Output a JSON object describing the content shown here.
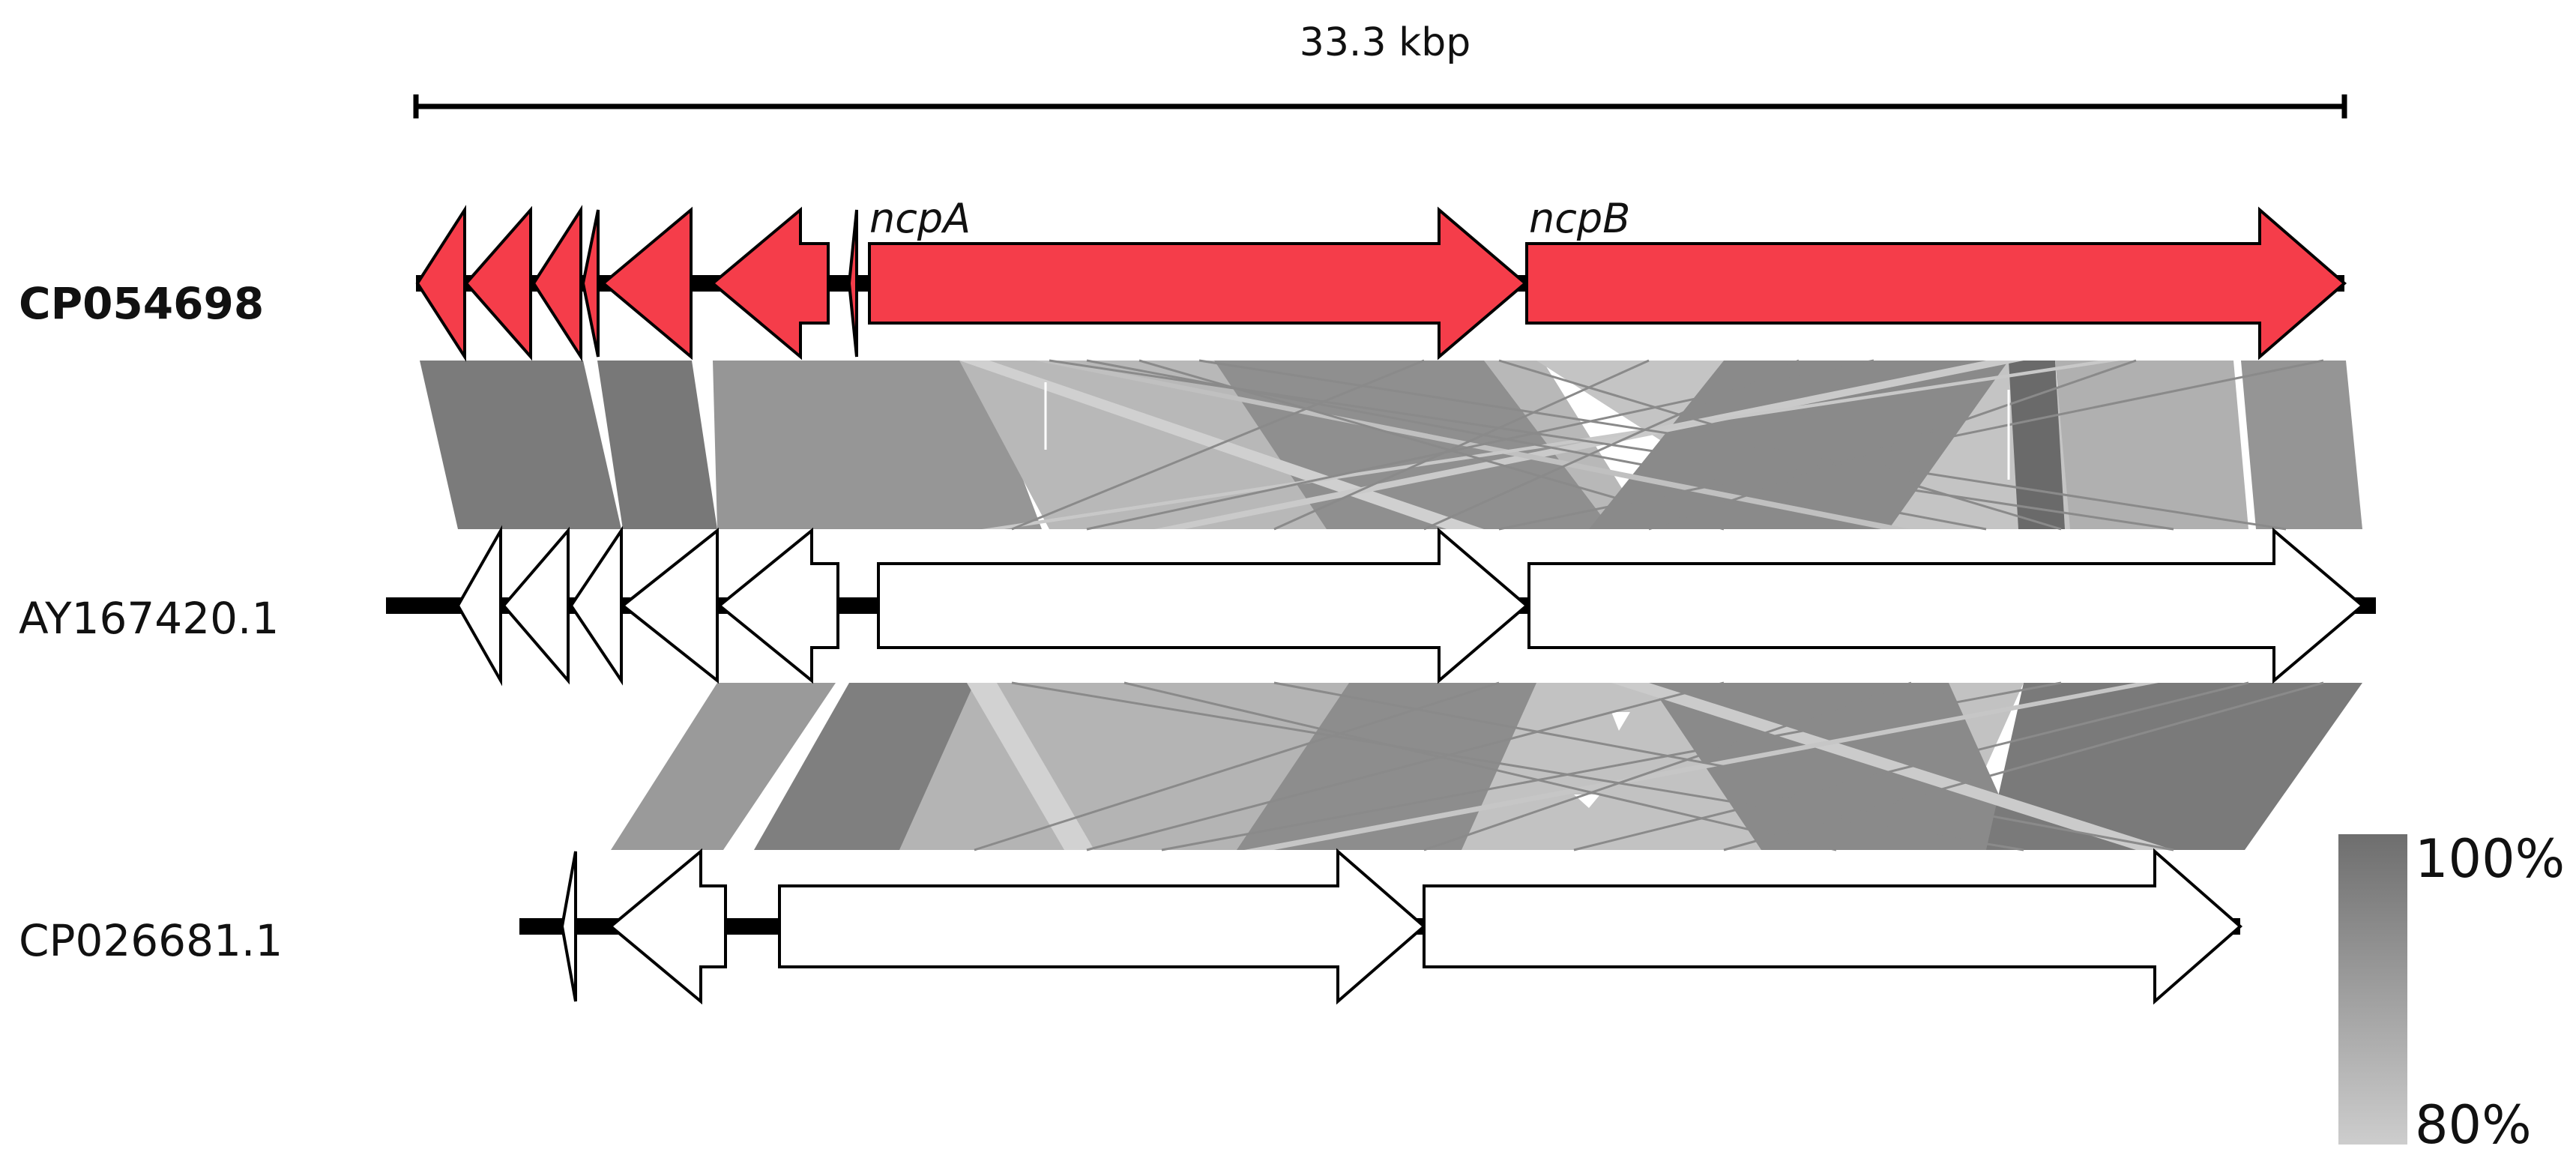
{
  "scale_bar": {
    "label": "33.3 kbp"
  },
  "tracks": [
    {
      "label": "CP054698",
      "gene_labels": [
        "ncpA",
        "ncpB"
      ],
      "fill": "#f53d4a"
    },
    {
      "label": "AY167420.1",
      "fill": "#ffffff"
    },
    {
      "label": "CP026681.1",
      "fill": "#ffffff"
    }
  ],
  "identity_legend": {
    "max_label": "100%",
    "min_label": "80%",
    "color_max": "#6e6e6e",
    "color_min": "#cdcdcd"
  },
  "colors": {
    "backbone": "#000000",
    "gene_stroke": "#000000",
    "highlight_gene": "#f53d4a"
  }
}
